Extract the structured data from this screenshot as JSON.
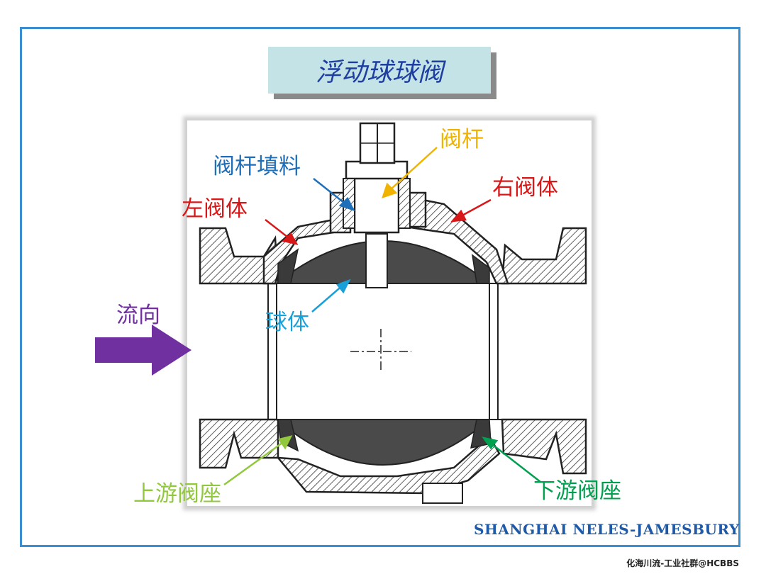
{
  "slide": {
    "title": "浮动球球阀",
    "brand": "SHANGHAI NELES-JAMESBURY",
    "footer": "化海川流-工业社群@HCBBS"
  },
  "labels": {
    "stem": "阀杆",
    "stem_packing": "阀杆填料",
    "right_body": "右阀体",
    "left_body": "左阀体",
    "flow": "流向",
    "ball": "球体",
    "upstream_seat": "上游阀座",
    "downstream_seat": "下游阀座"
  },
  "colors": {
    "frame": "#3a8fd0",
    "title_bg": "#c4e3e6",
    "title_text": "#1f3fa0",
    "stem": "#f0b400",
    "stem_packing": "#1f6fb8",
    "body": "#d81818",
    "flow": "#7030a0",
    "ball": "#1aa0d8",
    "upstream_seat": "#92c83e",
    "downstream_seat": "#00a050",
    "brand": "#1f5aa8"
  }
}
